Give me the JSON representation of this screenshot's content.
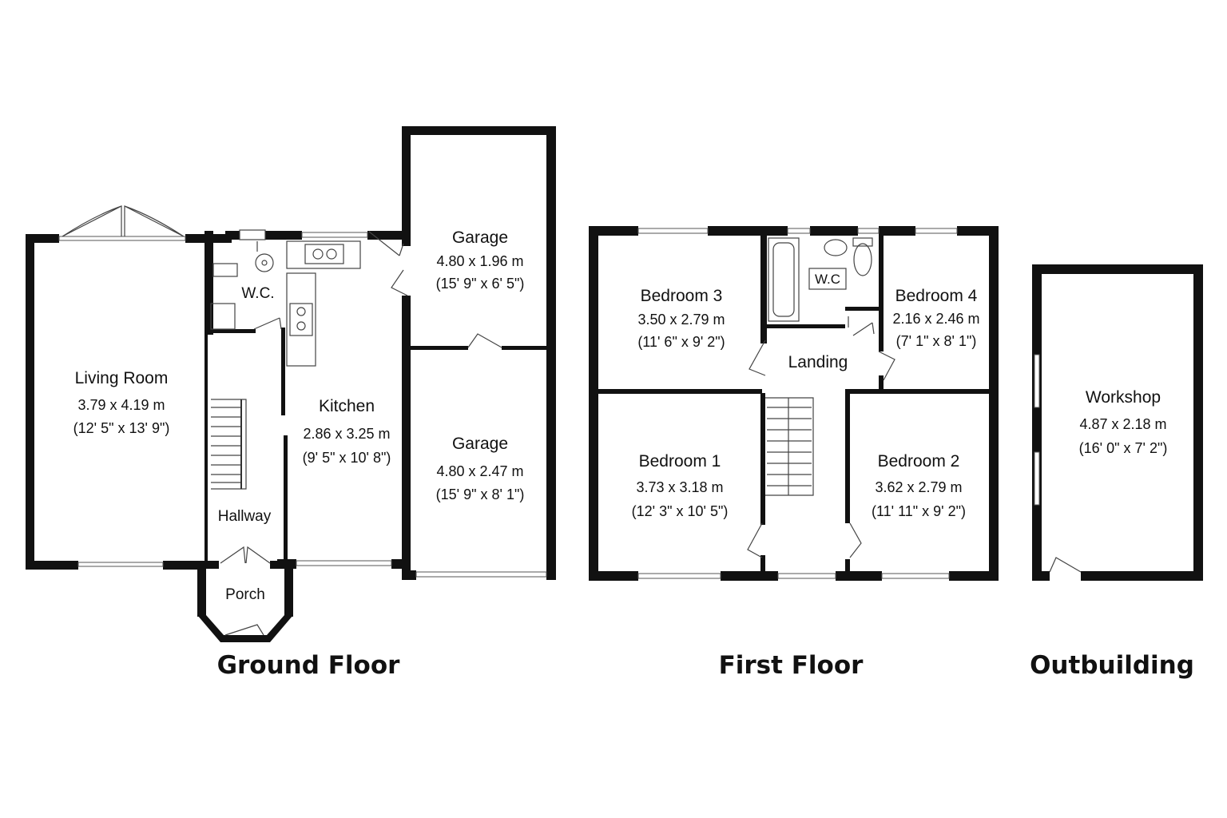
{
  "floors": {
    "ground": {
      "title": "Ground Floor",
      "rooms": {
        "living_room": {
          "name": "Living Room",
          "metric": "3.79 x 4.19 m",
          "imperial": "(12' 5\" x 13' 9\")"
        },
        "wc": {
          "name": "W.C."
        },
        "kitchen": {
          "name": "Kitchen",
          "metric": "2.86 x 3.25 m",
          "imperial": "(9' 5\" x 10' 8\")"
        },
        "garage_rear": {
          "name": "Garage",
          "metric": "4.80 x 1.96 m",
          "imperial": "(15' 9\" x 6' 5\")"
        },
        "garage_front": {
          "name": "Garage",
          "metric": "4.80 x 2.47 m",
          "imperial": "(15' 9\" x 8' 1\")"
        },
        "hallway": {
          "name": "Hallway"
        },
        "porch": {
          "name": "Porch"
        }
      }
    },
    "first": {
      "title": "First Floor",
      "rooms": {
        "bedroom_3": {
          "name": "Bedroom 3",
          "metric": "3.50 x 2.79 m",
          "imperial": "(11' 6\" x 9' 2\")"
        },
        "wc": {
          "name": "W.C"
        },
        "bedroom_4": {
          "name": "Bedroom 4",
          "metric": "2.16 x 2.46 m",
          "imperial": "(7' 1\" x 8' 1\")"
        },
        "landing": {
          "name": "Landing"
        },
        "bedroom_1": {
          "name": "Bedroom 1",
          "metric": "3.73 x 3.18 m",
          "imperial": "(12' 3\" x 10' 5\")"
        },
        "bedroom_2": {
          "name": "Bedroom 2",
          "metric": "3.62 x 2.79 m",
          "imperial": "(11' 11\" x 9' 2\")"
        }
      }
    },
    "outbuilding": {
      "title": "Outbuilding",
      "rooms": {
        "workshop": {
          "name": "Workshop",
          "metric": "4.87 x 2.18 m",
          "imperial": "(16' 0\" x 7' 2\")"
        }
      }
    }
  }
}
